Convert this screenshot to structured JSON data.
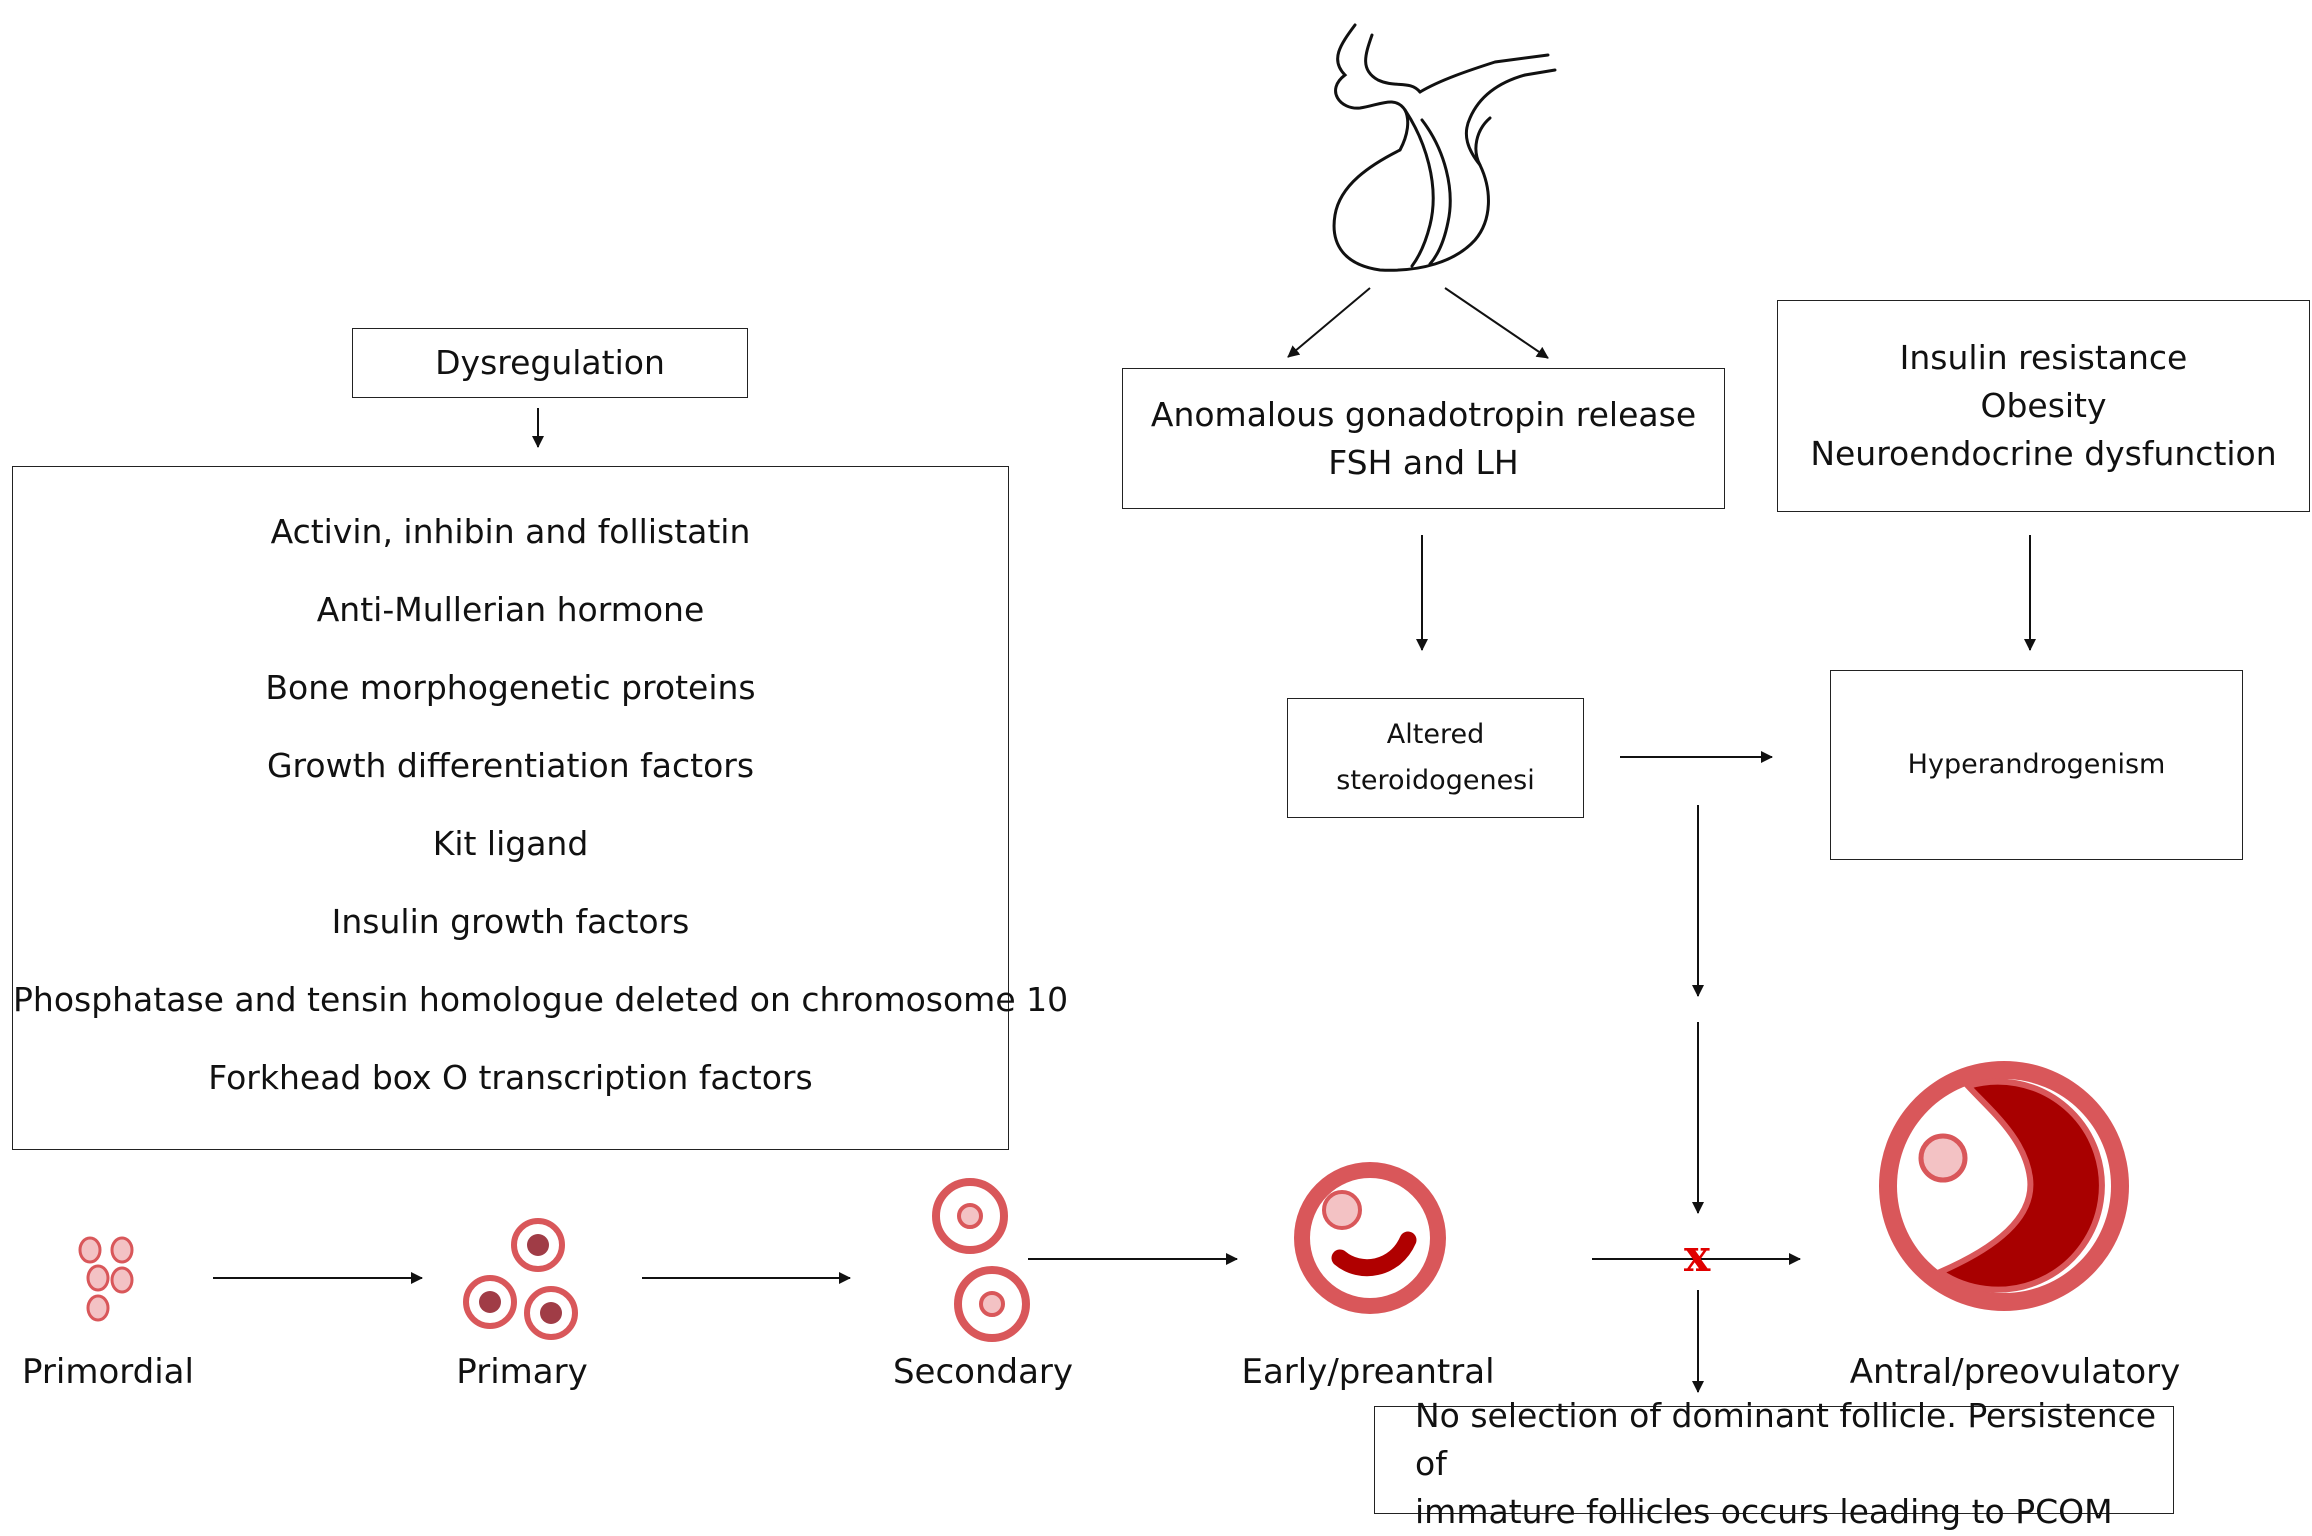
{
  "dysregulation": {
    "title": "Dysregulation"
  },
  "factors": [
    "Activin, inhibin and follistatin",
    "Anti-Mullerian hormone",
    "Bone morphogenetic proteins",
    "Growth differentiation factors",
    "Kit ligand",
    "Insulin growth factors",
    "Phosphatase and tensin homologue deleted on chromosome 10",
    "Forkhead box O transcription factors"
  ],
  "gonadotropin": {
    "line1": "Anomalous gonadotropin release",
    "line2": "FSH and LH"
  },
  "metabolic": {
    "line1": "Insulin resistance",
    "line2": "Obesity",
    "line3": "Neuroendocrine dysfunction"
  },
  "steroid": {
    "line1": "Altered",
    "line2": "steroidogenesi"
  },
  "hyperandrogenism": {
    "label": "Hyperandrogenism"
  },
  "stages": {
    "primordial": "Primordial",
    "primary": "Primary",
    "secondary": "Secondary",
    "early": "Early/preantral",
    "antral": "Antral/preovulatory"
  },
  "block_mark": "x",
  "outcome": {
    "line1": "No selection of dominant follicle. Persistence of",
    "line2": "immature follicles occurs leading to PCOM"
  },
  "colors": {
    "follicle_red": "#d9575a",
    "follicle_light": "#f3c2c4",
    "follicle_dark": "#a80000",
    "block_red": "#e00000"
  },
  "icons": {
    "pituitary": "pituitary-gland-icon"
  }
}
